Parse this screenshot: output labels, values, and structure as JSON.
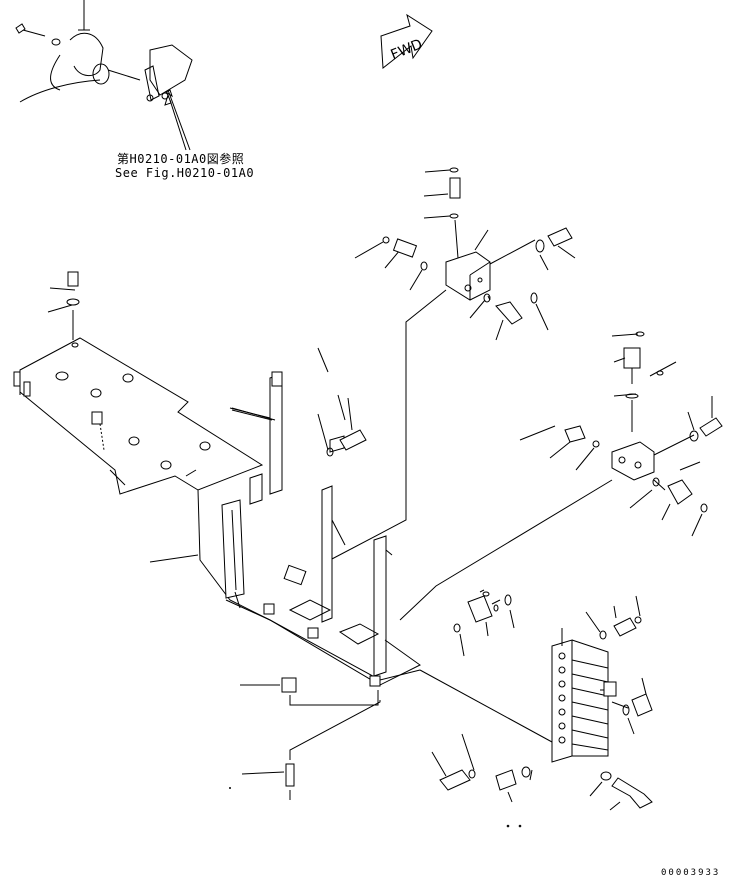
{
  "reference": {
    "japanese": "第H0210-01A0図参照",
    "english": "See Fig.H0210-01A0"
  },
  "direction_marker": {
    "text": "FWD"
  },
  "document_number": "00003933"
}
